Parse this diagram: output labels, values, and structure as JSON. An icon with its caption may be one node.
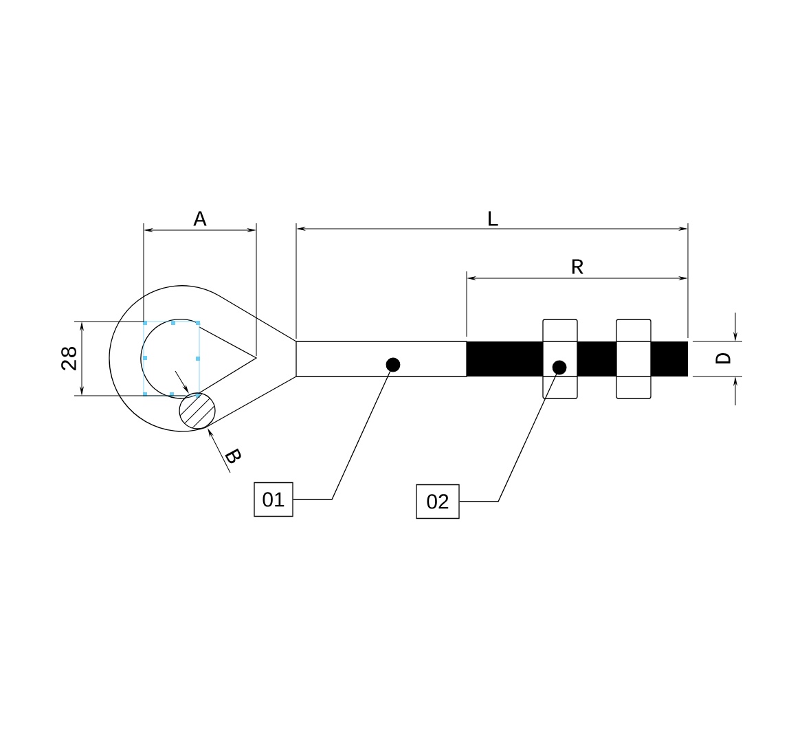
{
  "diagram": {
    "nodes": [
      {
        "text": [
          "01"
        ]
      },
      {
        "text": [
          "02"
        ]
      },
      {
        "text": [],
        "shape": "bar"
      },
      {
        "text": [],
        "shape": "box"
      }
    ],
    "edges": [
      {
        "from": 0,
        "to": 2,
        "arrow": "other"
      },
      {
        "from": 1,
        "to": 3,
        "arrow": "other"
      }
    ],
    "labels": [
      "A",
      "L",
      "R",
      "28",
      "D",
      "B"
    ]
  }
}
